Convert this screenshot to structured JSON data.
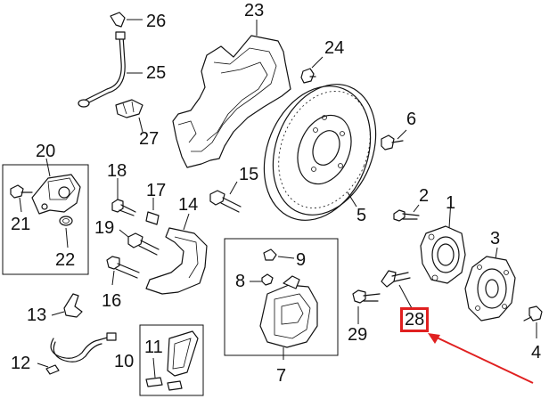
{
  "callouts": {
    "c1": "1",
    "c2": "2",
    "c3": "3",
    "c4": "4",
    "c5": "5",
    "c6": "6",
    "c7": "7",
    "c9": "9",
    "c10": "10",
    "c11": "11",
    "c12": "12",
    "c13": "13",
    "c14": "14",
    "c15": "15",
    "c16": "16",
    "c17": "17",
    "c18": "18",
    "c19": "19",
    "c20": "20",
    "c21": "21",
    "c22": "22",
    "c23": "23",
    "c24": "24",
    "c25": "25",
    "c26": "26",
    "c27": "27",
    "c28": "28",
    "c29": "29",
    "c8": "8"
  },
  "highlight": {
    "callout": "28",
    "box_color": "#e02020",
    "arrow_color": "#e02020"
  }
}
